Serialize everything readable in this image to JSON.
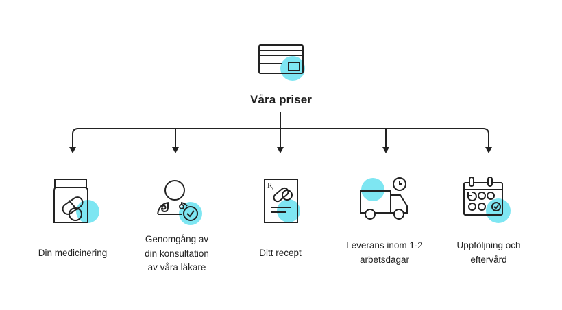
{
  "title": "Våra priser",
  "accent_color": "#7ee6f2",
  "stroke_color": "#222222",
  "header_icon": "credit-card-icon",
  "steps": [
    {
      "icon": "medicine-jar-icon",
      "lines": [
        "Din medicinering"
      ]
    },
    {
      "icon": "doctor-stethoscope-icon",
      "lines": [
        "Genomgång av",
        "din konsultation",
        "av våra läkare"
      ]
    },
    {
      "icon": "prescription-icon",
      "lines": [
        "Ditt recept"
      ]
    },
    {
      "icon": "delivery-truck-icon",
      "lines": [
        "Leverans inom 1-2",
        "arbetsdagar"
      ]
    },
    {
      "icon": "calendar-icon",
      "lines": [
        "Uppföljning och",
        "eftervård"
      ]
    }
  ]
}
